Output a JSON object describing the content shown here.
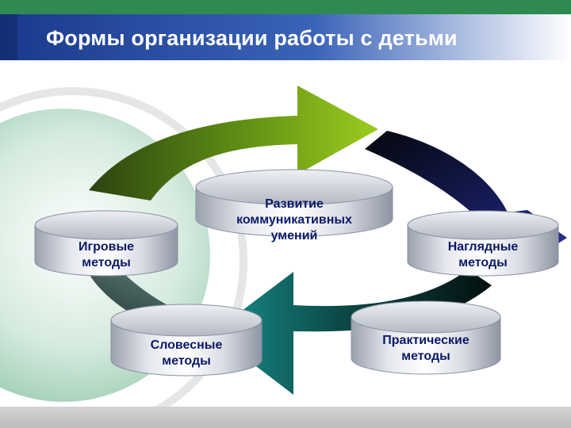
{
  "slide": {
    "title": "Формы организации работы с детьми"
  },
  "diagram": {
    "center": "Развитие\nкоммуникативных\nумений",
    "nodes": [
      {
        "label": "Игровые\nметоды"
      },
      {
        "label": "Наглядные\nметоды"
      },
      {
        "label": "Словесные\nметоды"
      },
      {
        "label": "Практические\nметоды"
      }
    ]
  },
  "colors": {
    "header_green": "#2f8a52",
    "header_blue": "#1a3a8c",
    "arrow_green_light": "#8cc41a",
    "arrow_green_dark": "#2e4a12",
    "arrow_navy": "#121a4a",
    "arrow_teal": "#137a78",
    "arrow_slate": "#3e5e58",
    "node_text": "#0a1a66",
    "footer_gray": "#c8c8c8"
  }
}
